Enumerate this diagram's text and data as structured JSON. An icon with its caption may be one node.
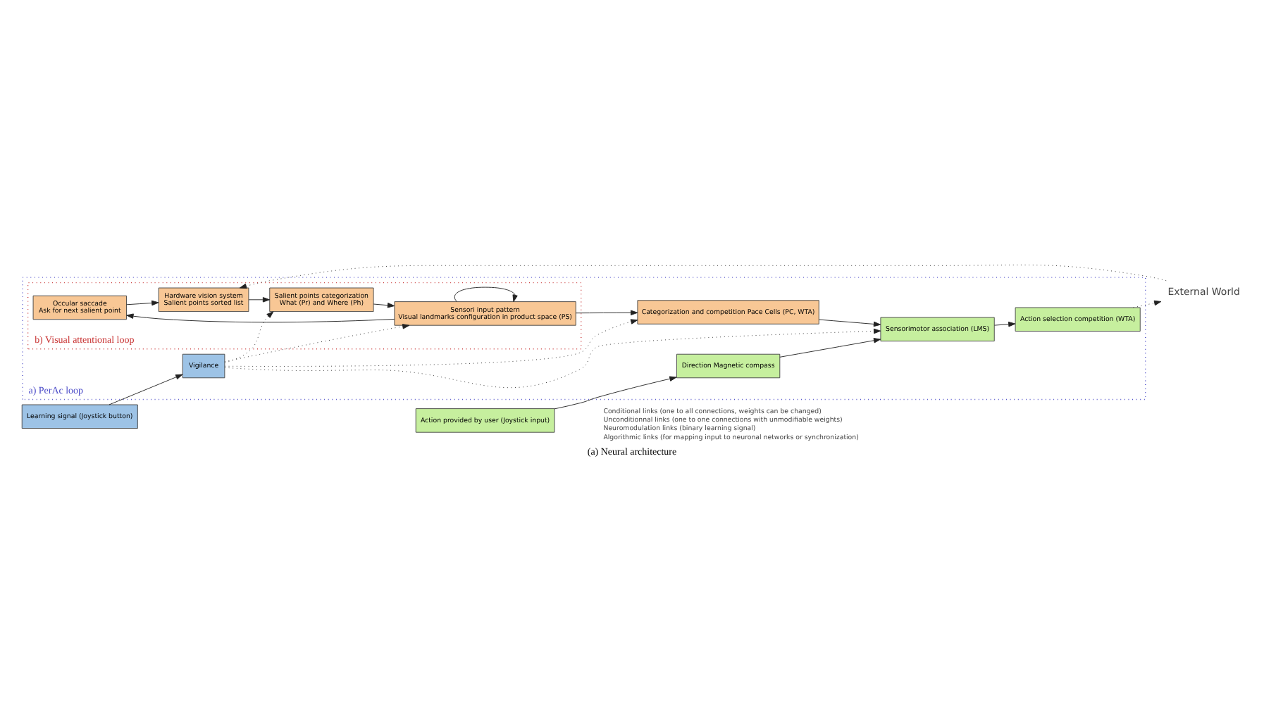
{
  "diagram": {
    "caption": "(a) Neural architecture",
    "nodes": [
      {
        "text": [
          "a) PerAc loop"
        ]
      },
      {
        "text": [
          "b) Visual attentional loop"
        ],
        "in": 0
      },
      {
        "text": [
          "Occular saccade",
          "Ask for next salient point"
        ],
        "in": 1
      },
      {
        "text": [
          "Hardware vision system",
          "Salient points sorted list"
        ],
        "in": 1
      },
      {
        "text": [
          "Salient points categorization",
          "What (Pr) and Where (Ph)"
        ],
        "in": 1
      },
      {
        "text": [
          "Sensori input pattern",
          "Visual landmarks configuration in product space (PS)"
        ],
        "in": 1
      },
      {
        "text": [
          "Categorization and competition Pace Cells (PC, WTA)"
        ],
        "in": 0
      },
      {
        "text": [
          "External World"
        ]
      },
      {
        "text": [
          "Learning signal (Joystick button)"
        ]
      },
      {
        "text": [
          "Vigilance"
        ],
        "in": 0
      },
      {
        "text": [
          "Action provided by user (Joystick input)"
        ]
      },
      {
        "text": [
          "Direction Magnetic compass"
        ],
        "in": 0
      },
      {
        "text": [
          "Sensorimotor association (LMS)"
        ],
        "in": 0
      },
      {
        "text": [
          "Action selection competition (WTA)"
        ],
        "in": 0
      }
    ],
    "edges": [
      {
        "from": 7,
        "to": 3,
        "arrow": "to",
        "style": "dashed"
      },
      {
        "from": 2,
        "to": 3,
        "arrow": "to"
      },
      {
        "from": 3,
        "to": 4,
        "arrow": "to"
      },
      {
        "from": 4,
        "to": 5,
        "arrow": "to"
      },
      {
        "from": 5,
        "to": 2,
        "arrow": "to"
      },
      {
        "from": 5,
        "to": 5,
        "arrow": "to"
      },
      {
        "from": 5,
        "to": 6,
        "arrow": "to"
      },
      {
        "from": 8,
        "to": 9,
        "arrow": "to"
      },
      {
        "from": 9,
        "to": 4,
        "arrow": "to",
        "style": "dashed"
      },
      {
        "from": 9,
        "to": 5,
        "arrow": "to",
        "style": "dashed"
      },
      {
        "from": 9,
        "to": 6,
        "arrow": "to",
        "style": "dashed"
      },
      {
        "from": 9,
        "to": 12,
        "arrow": "to",
        "style": "dashed"
      },
      {
        "from": 6,
        "to": 12,
        "arrow": "to"
      },
      {
        "from": 10,
        "to": 11,
        "arrow": "to"
      },
      {
        "from": 11,
        "to": 12,
        "arrow": "to"
      },
      {
        "from": 12,
        "to": 13,
        "arrow": "to"
      },
      {
        "from": 13,
        "to": 7,
        "arrow": "to",
        "style": "dashed"
      }
    ],
    "legend": [
      {
        "text": "Conditional links (one to all connections, weights can be changed)"
      },
      {
        "text": "Unconditionnal links (one to one connections with unmodifiable weights)"
      },
      {
        "text": "Neuromodulation links (binary learning signal)"
      },
      {
        "text": "Algorithmic links (for mapping input to neuronal networks or synchronization)"
      }
    ]
  }
}
